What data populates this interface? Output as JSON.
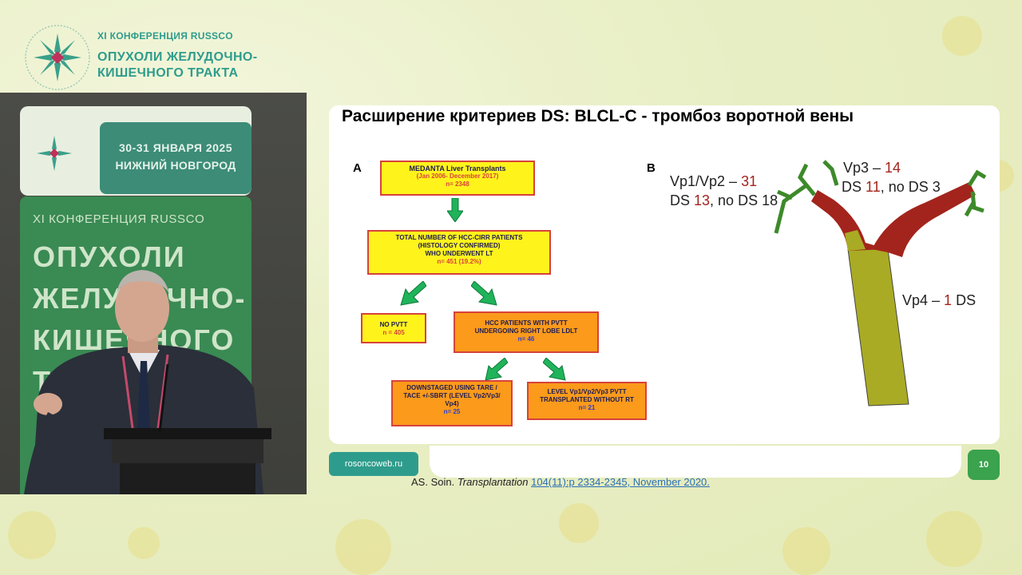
{
  "conference": {
    "top_line": "XI КОНФЕРЕНЦИЯ RUSSCO",
    "title_line1": "ОПУХОЛИ ЖЕЛУДОЧНО-",
    "title_line2": "КИШЕЧНОГО ТРАКТА"
  },
  "video": {
    "banner_date": "30-31 ЯНВАРЯ 2025",
    "banner_city": "НИЖНИЙ НОВГОРОД",
    "banner_conf": "XI КОНФЕРЕНЦИЯ RUSSCO",
    "banner_big1": "ОПУХОЛИ",
    "banner_big2": "ЖЕЛУДОЧНО-",
    "banner_big3": "КИШЕЧНОГО",
    "banner_big4": "ТРАКТА"
  },
  "slide": {
    "title": "Расширение критериев DS: BLCL-C  - тромбоз воротной вены",
    "panel_a": "A",
    "panel_b": "B",
    "flowchart": {
      "box1_l1": "MEDANTA Liver Transplants",
      "box1_l2": "(Jan 2006- December 2017)",
      "box1_l3": "n= 2348",
      "box2_l1": "TOTAL NUMBER OF HCC-CIRR PATIENTS",
      "box2_l2": "(HISTOLOGY CONFIRMED)",
      "box2_l3": "WHO UNDERWENT LT",
      "box2_l4": "n= 451 (19.2%)",
      "box3_l1": "NO PVTT",
      "box3_l2": "n = 405",
      "box4_l1": "HCC PATIENTS WITH PVTT",
      "box4_l2": "UNDERGOING RIGHT LOBE LDLT",
      "box4_l3": "n= 46",
      "box5_l1": "DOWNSTAGED USING TARE /",
      "box5_l2": "TACE +/-SBRT (LEVEL Vp2/Vp3/",
      "box5_l3": "Vp4)",
      "box5_l4": "n= 25",
      "box6_l1": "LEVEL Vp1/Vp2/Vp3 PVTT",
      "box6_l2": "TRANSPLANTED WITHOUT RT",
      "box6_l3": "n= 21"
    },
    "vein": {
      "vp12_label": "Vp1/Vp2 – ",
      "vp12_num": "31",
      "vp12_ds_a": "DS ",
      "vp12_ds_num": "13",
      "vp12_ds_b": ", no DS 18",
      "vp3_label": "Vp3 – ",
      "vp3_num": "14",
      "vp3_ds_a": "DS ",
      "vp3_ds_num": "11",
      "vp3_ds_b": ", no DS 3",
      "vp4_label": "Vp4 – ",
      "vp4_num": "1",
      "vp4_suffix": " DS",
      "colors": {
        "red": "#a3241c",
        "olive": "#a9ab24",
        "green": "#3d8a2a"
      }
    },
    "site": "rosoncoweb.ru",
    "page_number": "10",
    "citation": {
      "authors": "AS. Soin. ",
      "journal": "Transplantation",
      "ref": "104(11):p 2334-2345, November 2020."
    }
  }
}
